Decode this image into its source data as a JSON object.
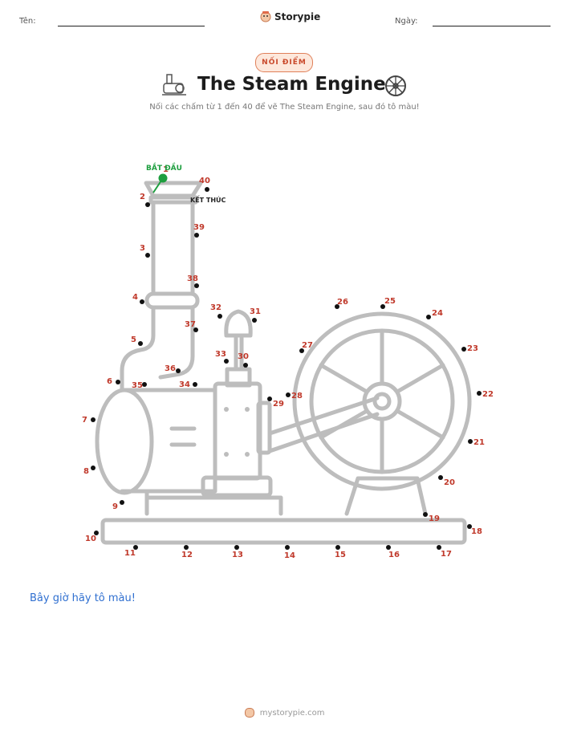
{
  "header": {
    "name_label": "Tên:",
    "date_label": "Ngày:",
    "brand": "Storypie"
  },
  "badge": "NỐI ĐIỂM",
  "title": "The Steam Engine",
  "subtitle": "Nối các chấm từ 1 đến 40 để vẽ The Steam Engine, sau đó tô màu!",
  "start_label": "BẮT ĐẦU",
  "end_label": "KẾT THÚC",
  "color_prompt": "Bây giờ hãy tô màu!",
  "footer": "mystorypie.com",
  "colors": {
    "number": "#c0392b",
    "start": "#1e9e3f",
    "outline": "#bdbdbd",
    "prompt": "#2f6fd0"
  },
  "dots": [
    "1",
    "2",
    "3",
    "4",
    "5",
    "6",
    "7",
    "8",
    "9",
    "10",
    "11",
    "12",
    "13",
    "14",
    "15",
    "16",
    "17",
    "18",
    "19",
    "20",
    "21",
    "22",
    "23",
    "24",
    "25",
    "26",
    "27",
    "28",
    "29",
    "30",
    "31",
    "32",
    "33",
    "34",
    "35",
    "36",
    "37",
    "38",
    "39",
    "40"
  ]
}
